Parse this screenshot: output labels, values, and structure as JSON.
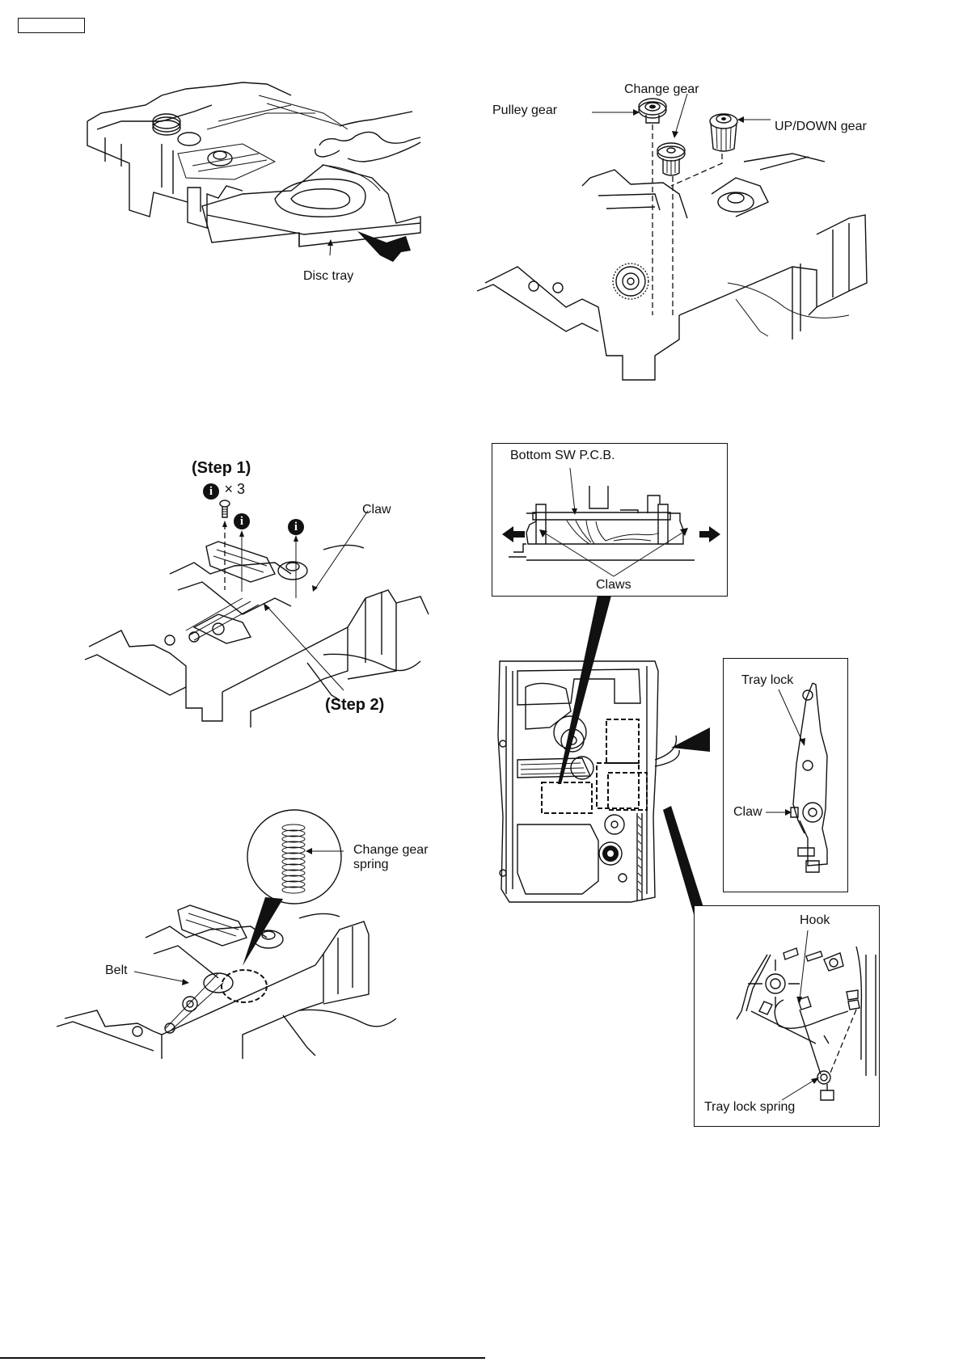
{
  "page": {
    "header_box_text": "",
    "footer_rule": true
  },
  "figures": {
    "disc_tray": {
      "labels": {
        "disc_tray": "Disc tray"
      }
    },
    "gears": {
      "labels": {
        "change_gear": "Change gear",
        "pulley_gear": "Pulley gear",
        "up_down_gear": "UP/DOWN gear"
      }
    },
    "screws": {
      "labels": {
        "step1": "(Step 1)",
        "screw_icon": "i",
        "screw_count": "× 3",
        "claw": "Claw",
        "step2": "(Step 2)"
      }
    },
    "spring": {
      "labels": {
        "change_gear_spring_line1": "Change gear",
        "change_gear_spring_line2": "spring",
        "belt": "Belt"
      }
    },
    "bottom_sw": {
      "labels": {
        "bottom_sw_pcb": "Bottom SW P.C.B.",
        "claws": "Claws"
      }
    },
    "tray_lock": {
      "labels": {
        "tray_lock": "Tray lock",
        "claw": "Claw"
      }
    },
    "tray_lock_spring": {
      "labels": {
        "hook": "Hook",
        "tray_lock_spring": "Tray lock spring"
      }
    }
  }
}
